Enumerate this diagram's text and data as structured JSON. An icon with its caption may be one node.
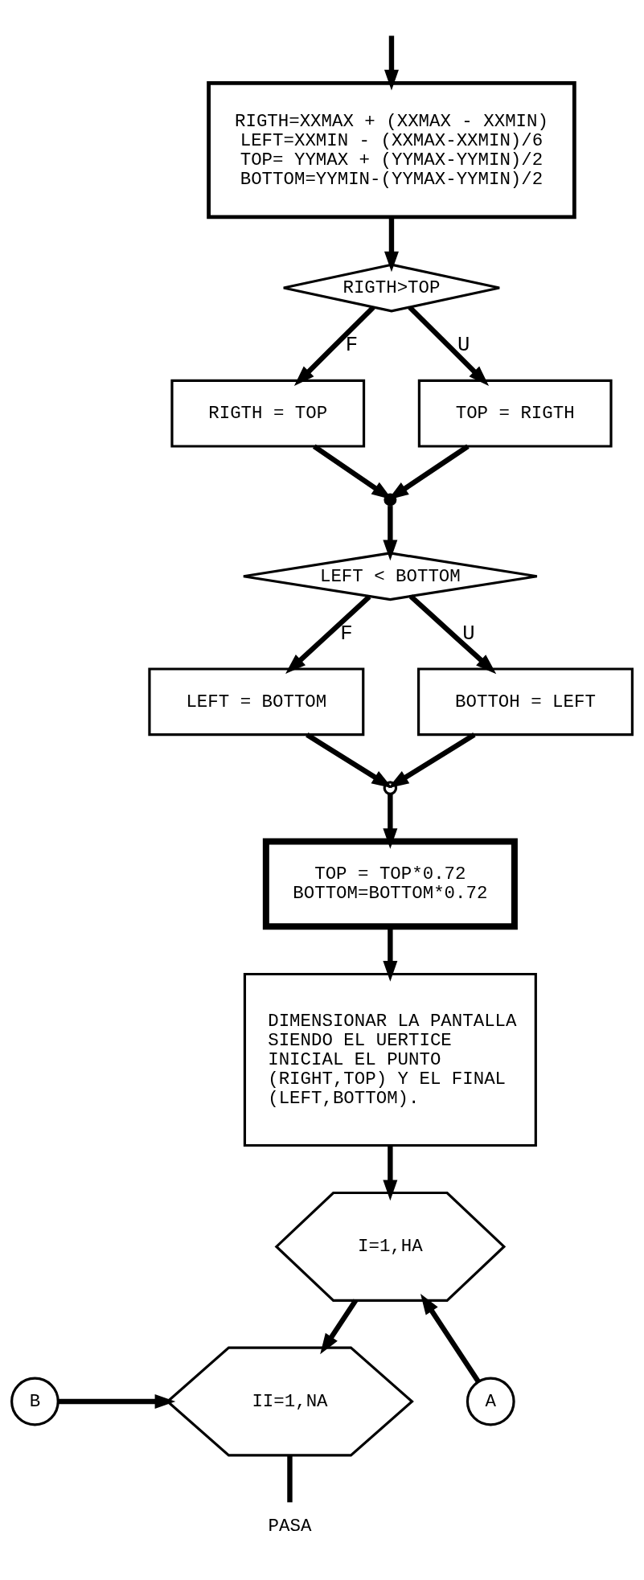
{
  "diagram": {
    "nodes": [
      {
        "text": [
          "RIGTH=XXMAX + (XXMAX - XXMIN)",
          "LEFT=XXMIN - (XXMAX-XXMIN)/6",
          "TOP= YYMAX + (YYMAX-YYMIN)/2",
          "BOTTOM=YYMIN-(YYMAX-YYMIN)/2"
        ]
      },
      {
        "text": [
          "RIGTH>TOP"
        ]
      },
      {
        "text": [
          "RIGTH = TOP"
        ]
      },
      {
        "text": [
          "TOP = RIGTH"
        ]
      },
      {
        "text": [],
        "shape": "circle"
      },
      {
        "text": [
          "LEFT < BOTTOM"
        ]
      },
      {
        "text": [
          "LEFT = BOTTOM"
        ]
      },
      {
        "text": [
          "BOTTOH = LEFT"
        ]
      },
      {
        "text": [],
        "shape": "circle"
      },
      {
        "text": [
          "TOP = TOP*0.72",
          "BOTTOM=BOTTOM*0.72"
        ]
      },
      {
        "text": [
          "DIMENSIONAR LA PANTALLA SIENDO EL UERTICE INICIAL EL PUNTO (RIGHT,TOP) Y EL FINAL (LEFT,BOTTOM)."
        ]
      },
      {
        "text": [
          "I=1,HA"
        ]
      },
      {
        "text": [
          "II=1,NA"
        ]
      },
      {
        "text": [
          "A"
        ]
      },
      {
        "text": [
          "B"
        ]
      },
      {
        "text": [
          "PASA"
        ]
      }
    ],
    "edges": [
      {
        "from": null,
        "to": 0,
        "arrow": "to"
      },
      {
        "from": 0,
        "to": 1,
        "arrow": "to"
      },
      {
        "from": 1,
        "to": 2,
        "arrow": "to",
        "label": "F"
      },
      {
        "from": 1,
        "to": 3,
        "arrow": "to",
        "label": "U"
      },
      {
        "from": 2,
        "to": 4,
        "arrow": "to"
      },
      {
        "from": 3,
        "to": 4,
        "arrow": "to"
      },
      {
        "from": 4,
        "to": 5,
        "arrow": "to"
      },
      {
        "from": 5,
        "to": 6,
        "arrow": "to",
        "label": "F"
      },
      {
        "from": 5,
        "to": 7,
        "arrow": "to",
        "label": "U"
      },
      {
        "from": 6,
        "to": 8,
        "arrow": "to"
      },
      {
        "from": 7,
        "to": 8,
        "arrow": "to"
      },
      {
        "from": 8,
        "to": 9,
        "arrow": "to"
      },
      {
        "from": 9,
        "to": 10,
        "arrow": "to"
      },
      {
        "from": 10,
        "to": 11,
        "arrow": "to"
      },
      {
        "from": 13,
        "to": 11,
        "arrow": "to"
      },
      {
        "from": 11,
        "to": 12,
        "arrow": "to"
      },
      {
        "from": 14,
        "to": 12,
        "arrow": "to"
      },
      {
        "from": 12,
        "to": 15,
        "arrow": "none"
      }
    ]
  }
}
